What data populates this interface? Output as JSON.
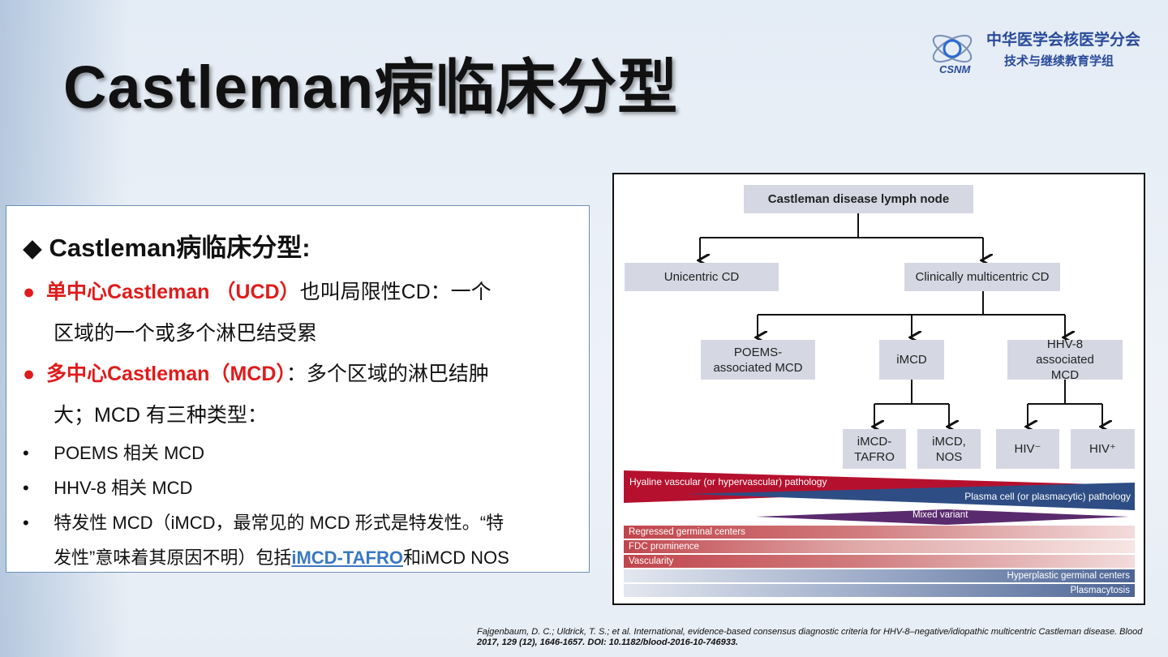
{
  "title": "Castleman病临床分型",
  "logo": {
    "line1": "中华医学会核医学分会",
    "line2": "技术与继续教育学组",
    "mark_text": "CSNM"
  },
  "textbox": {
    "heading": "◆ Castleman病临床分型:",
    "ucd_label": "单中心Castleman （UCD）",
    "ucd_text": "也叫局限性CD：一个",
    "ucd_text2": "区域的一个或多个淋巴结受累",
    "mcd_label": "多中心Castleman（MCD）",
    "mcd_text": "：多个区域的淋巴结肿",
    "mcd_text2": "大；MCD 有三种类型：",
    "bullets": [
      "POEMS 相关 MCD",
      "HHV-8 相关 MCD",
      "特发性 MCD（iMCD，最常见的 MCD 形式是特发性。“特"
    ],
    "last_line_pre": "发性”意味着其原因不明）包括",
    "last_line_link": "iMCD-TAFRO",
    "last_line_post": "和iMCD NOS"
  },
  "diagram": {
    "root": "Castleman disease lymph node",
    "unicentric": "Unicentric CD",
    "multicentric": "Clinically multicentric CD",
    "poems": "POEMS-associated MCD",
    "imcd": "iMCD",
    "hhv8": "HHV-8 associated MCD",
    "tafro": "iMCD-TAFRO",
    "nos": "iMCD, NOS",
    "hiv_neg": "HIV⁻",
    "hiv_pos": "HIV⁺",
    "hyaline": "Hyaline vascular (or hypervascular) pathology",
    "plasma": "Plasma cell (or plasmacytic) pathology",
    "mixed": "Mixed variant",
    "features_red": [
      "Regressed germinal centers",
      "FDC prominence",
      "Vascularity"
    ],
    "features_blue": [
      "Hyperplastic germinal centers",
      "Plasmacytosis"
    ]
  },
  "citation": {
    "text": "Fajgenbaum, D. C.; Uldrick, T. S.; et al. International, evidence-based consensus diagnostic criteria for HHV-8–negative/idiopathic multicentric Castleman disease. Blood ",
    "bold": "2017, 129 (12), 1646-1657. DOI: 10.1182/blood-2016-10-746933."
  }
}
